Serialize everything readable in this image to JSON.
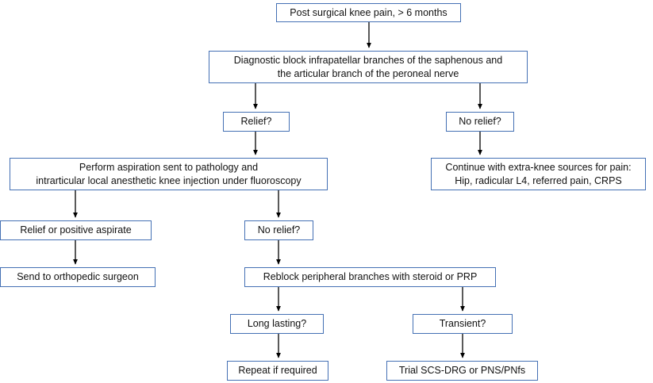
{
  "flowchart": {
    "figure_name": "post-surgical-knee-pain-algorithm",
    "colors": {
      "box_border": "#4470b4",
      "box_fill": "#ffffff",
      "arrow": "#000000",
      "text": "#111111"
    },
    "nodes": {
      "start": {
        "line1": "Post surgical knee pain, > 6 months"
      },
      "diagnostic": {
        "line1": "Diagnostic block infrapatellar branches of the saphenous and",
        "line2": "the articular branch of the peroneal nerve"
      },
      "relief1": {
        "line1": "Relief?"
      },
      "norelief1": {
        "line1": "No relief?"
      },
      "aspiration": {
        "line1": "Perform aspiration sent to pathology and",
        "line2": "intrarticular local anesthetic knee injection under fluoroscopy"
      },
      "extraknee": {
        "line1": "Continue with extra-knee sources for pain:",
        "line2": "Hip, radicular L4, referred pain, CRPS"
      },
      "reliefasp": {
        "line1": "Relief or positive aspirate"
      },
      "norelief2": {
        "line1": "No relief?"
      },
      "sendortho": {
        "line1": "Send to orthopedic surgeon"
      },
      "reblock": {
        "line1": "Reblock peripheral branches with steroid or PRP"
      },
      "longlasting": {
        "line1": "Long lasting?"
      },
      "transient": {
        "line1": "Transient?"
      },
      "repeat": {
        "line1": "Repeat if required"
      },
      "trial": {
        "line1": "Trial SCS-DRG or PNS/PNfs"
      }
    }
  }
}
